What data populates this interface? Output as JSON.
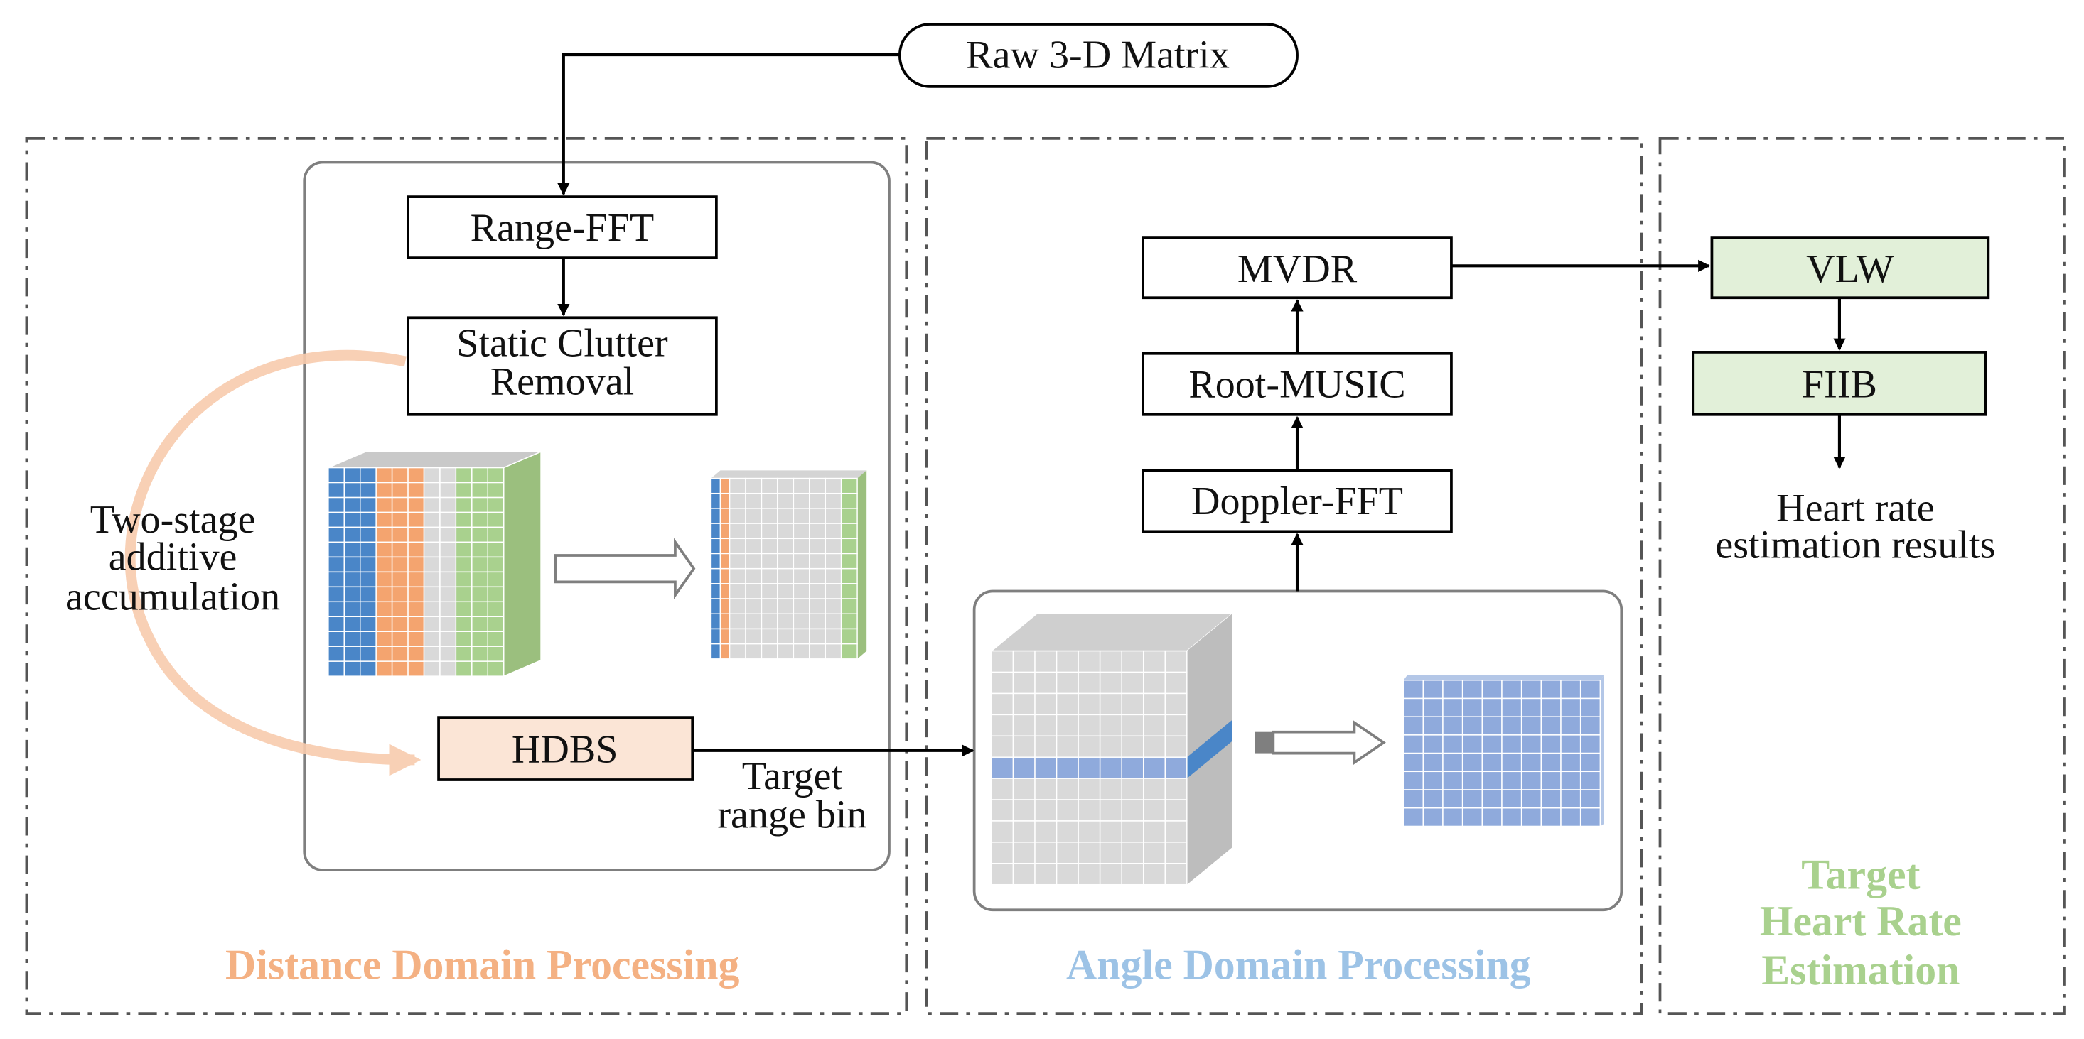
{
  "input": {
    "label": "Raw 3-D Matrix"
  },
  "sections": {
    "distance": {
      "title": "Distance Domain Processing"
    },
    "angle": {
      "title": "Angle Domain Processing"
    },
    "heart": {
      "title_lines": [
        "Target",
        "Heart Rate",
        "Estimation"
      ]
    }
  },
  "nodes": {
    "range_fft": "Range-FFT",
    "static_clutter": [
      "Static Clutter",
      "Removal"
    ],
    "hdbs": "HDBS",
    "mvdr": "MVDR",
    "root_music": "Root-MUSIC",
    "doppler_fft": "Doppler-FFT",
    "vlw": "VLW",
    "fiib": "FIIB"
  },
  "annotations": {
    "accumulation": [
      "Two-stage",
      "additive",
      "accumulation"
    ],
    "target_bin": [
      "Target",
      "range bin"
    ],
    "results": [
      "Heart rate",
      "estimation results"
    ]
  },
  "colors": {
    "distance": "#f4b183",
    "angle": "#9dc3e6",
    "heart": "#a9d18e",
    "hdbs_fill": "#fbe5d6",
    "vlw_fill": "#e2f0d9",
    "cube_blue": "#4a86c8",
    "cube_orange": "#f4a46f",
    "cube_gray": "#d9d9d9",
    "cube_green": "#a9d18e",
    "slice_blue": "#8faadc"
  }
}
